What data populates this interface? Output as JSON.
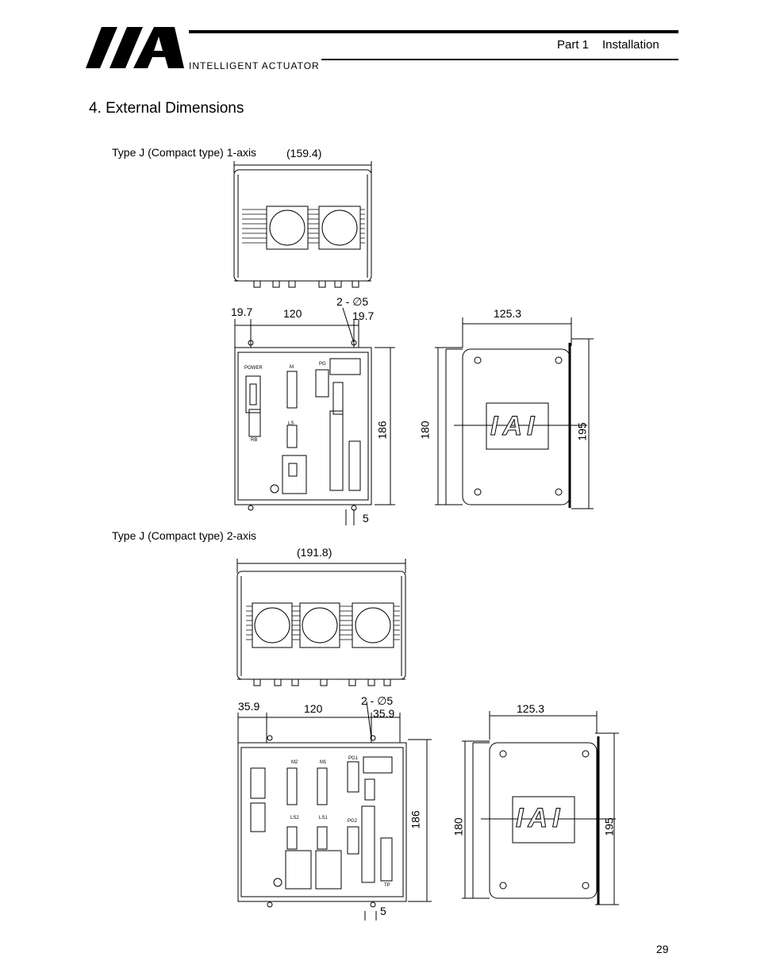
{
  "header": {
    "logo_text": "INTELLIGENT ACTUATOR",
    "part": "Part 1",
    "section": "Installation"
  },
  "title": "4.  External Dimensions",
  "figures": [
    {
      "caption": "Type J (Compact type) 1-axis",
      "top_width": "(159.4)",
      "left_margin": "19.7",
      "span": "120",
      "holes": "2 - ∅5",
      "right_margin": "19.7",
      "height_front": "186",
      "depth": "125.3",
      "height_side_inner": "180",
      "height_side_outer": "195",
      "foot": "5",
      "panel_labels": [
        "POWER",
        "M",
        "PG",
        "LS",
        "RB"
      ]
    },
    {
      "caption": "Type J (Compact type) 2-axis",
      "top_width": "(191.8)",
      "left_margin": "35.9",
      "span": "120",
      "holes": "2 - ∅5",
      "right_margin": "35.9",
      "height_front": "186",
      "depth": "125.3",
      "height_side_inner": "180",
      "height_side_outer": "195",
      "foot": "5",
      "panel_labels": [
        "M2",
        "M1",
        "PG1",
        "LS2",
        "LS1",
        "PG2",
        "TP"
      ]
    }
  ],
  "side_logo": "IAI",
  "page_number": "29"
}
